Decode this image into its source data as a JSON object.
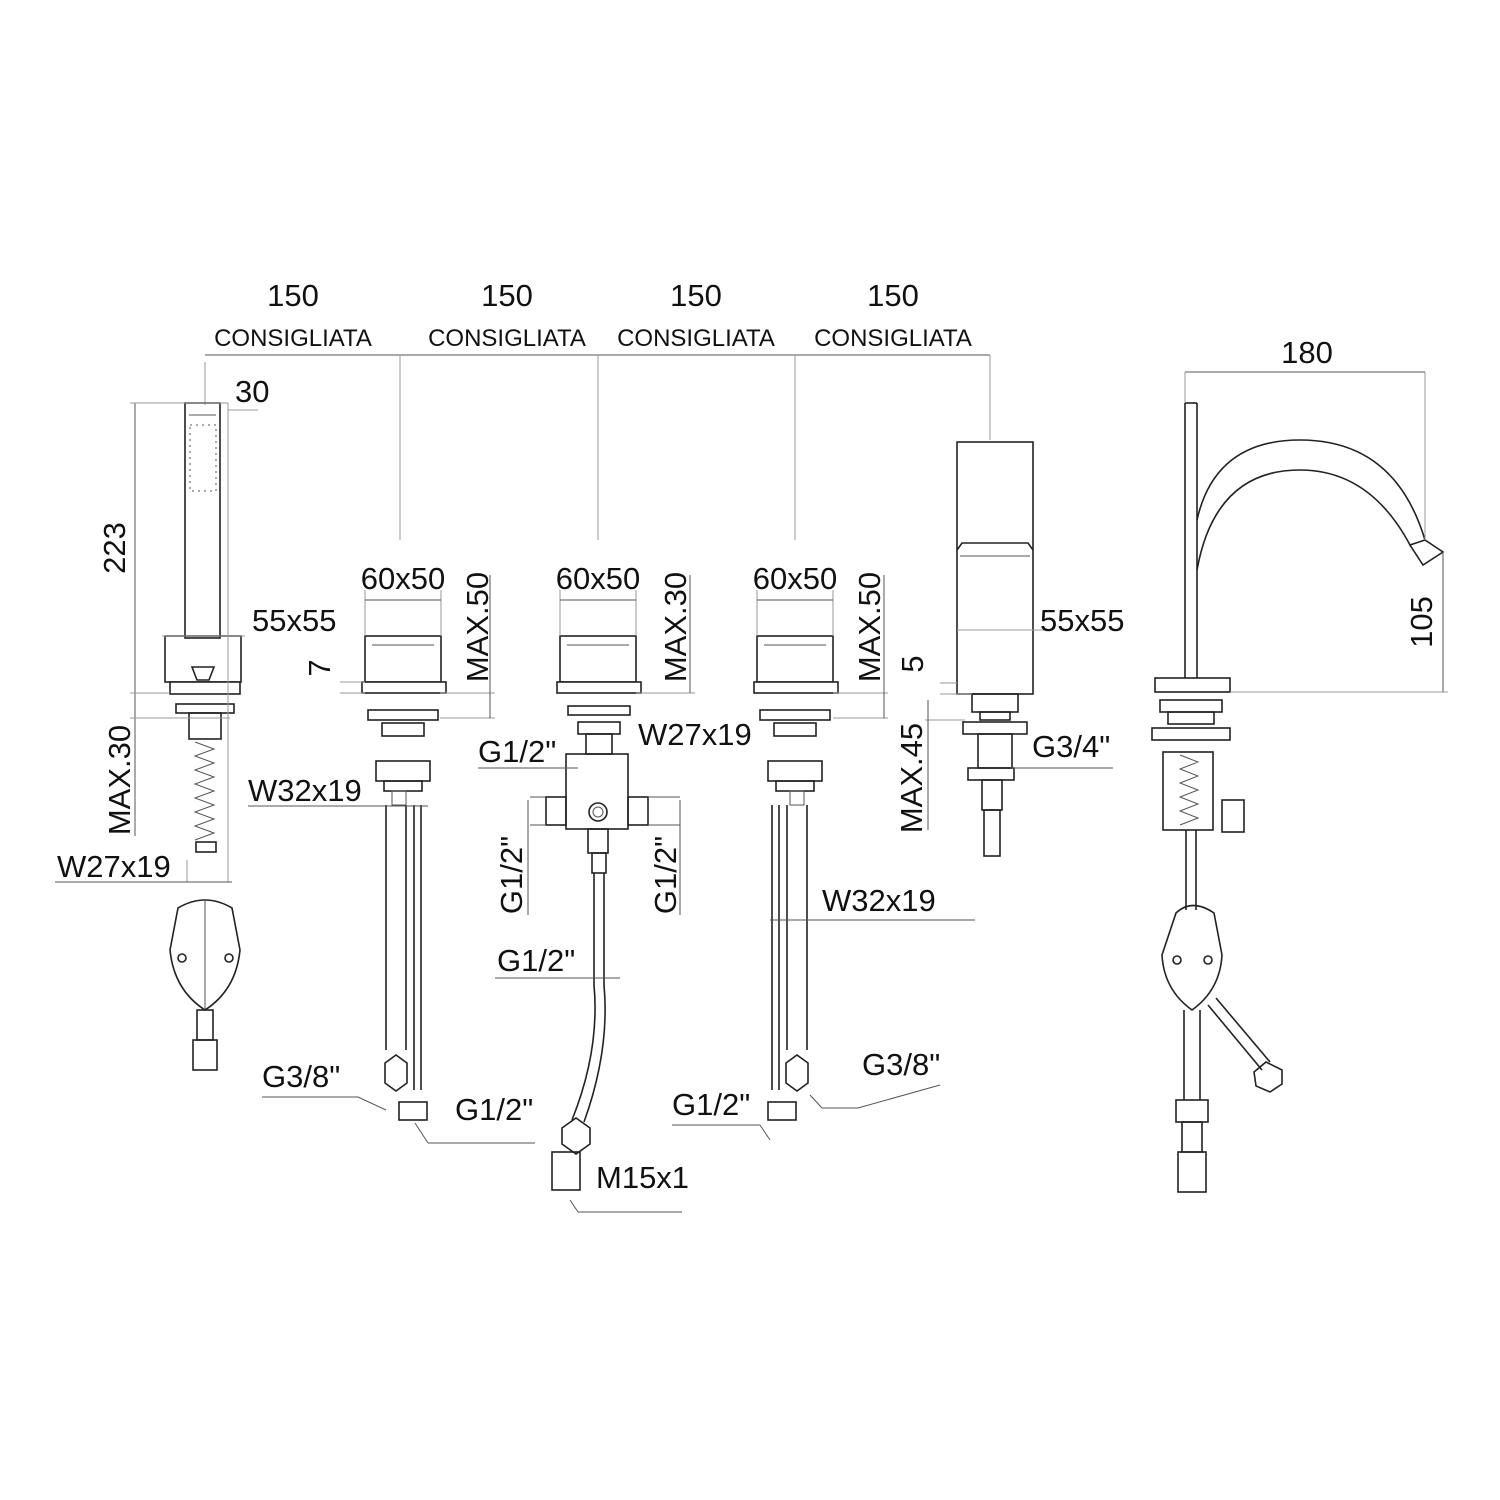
{
  "spacing": {
    "value": "150",
    "note": "CONSIGLIATA"
  },
  "hand_shower": {
    "head_width": "30",
    "height": "223",
    "base": "55x55",
    "max_deck": "MAX.30",
    "nut": "W27x19"
  },
  "valve_left": {
    "size": "60x50",
    "max_deck": "MAX.50",
    "gap": "7",
    "nut": "W32x19",
    "conn_hose": "G3/8\"",
    "conn_out": "G1/2\""
  },
  "diverter": {
    "size": "60x50",
    "max_deck": "MAX.30",
    "nut": "W27x19",
    "top_conn": "G1/2\"",
    "left_conn": "G1/2\"",
    "right_conn": "G1/2\"",
    "bottom_conn": "G1/2\"",
    "hose_end": "M15x1"
  },
  "valve_right": {
    "size": "60x50",
    "max_deck": "MAX.50",
    "nut": "W32x19",
    "conn_out": "G1/2\"",
    "conn_hose": "G3/8\""
  },
  "spout": {
    "base": "55x55",
    "gap": "5",
    "max_deck": "MAX.45",
    "conn": "G3/4\""
  },
  "side_view": {
    "reach": "180",
    "height": "105"
  }
}
